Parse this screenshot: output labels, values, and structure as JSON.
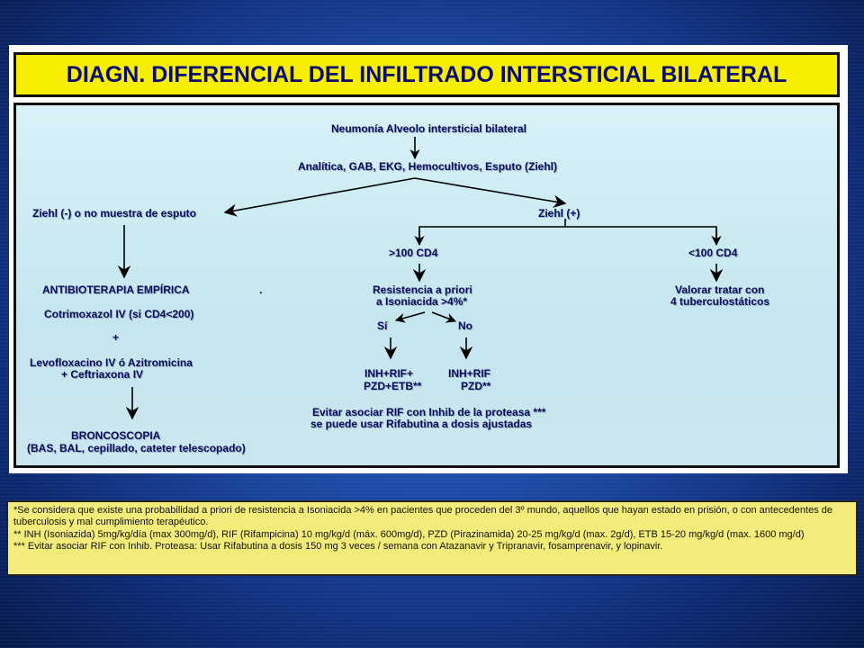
{
  "title": "DIAGN.  DIFERENCIAL DEL INFILTRADO INTERSTICIAL BILATERAL",
  "diagram": {
    "root": "Neumonía Alveolo intersticial bilateral",
    "tests": "Analítica, GAB, EKG, Hemocultivos, Esputo (Ziehl)",
    "left_branch": "Ziehl (-) o no muestra de esputo",
    "right_branch": "Ziehl (+)",
    "cd4_high": ">100 CD4",
    "cd4_low": "<100  CD4",
    "antibiotic_title": "ANTIBIOTERAPIA EMPÍRICA",
    "cotrimoxazol": "Cotrimoxazol IV  (si CD4<200)",
    "plus": "+",
    "levofloxacino_1": "Levofloxacino IV ó Azitromicina",
    "levofloxacino_2": "+ Ceftriaxona IV",
    "broncoscopia_1": "BRONCOSCOPIA",
    "broncoscopia_2": "(BAS, BAL, cepillado, cateter  telescopado)",
    "dot": ".",
    "resistencia_1": "Resistencia a priori",
    "resistencia_2": "a Isoniacida >4%*",
    "si": "Sí",
    "no": "No",
    "inh_rif_1": "INH+RIF+",
    "inh_rif_2": "PZD+ETB**",
    "inh_rif_no_1": "INH+RIF",
    "inh_rif_no_2": "PZD**",
    "evitar_1": "Evitar asociar RIF con Inhib de la proteasa ***",
    "evitar_2": "se puede usar Rifabutina a dosis ajustadas",
    "valorar_1": "Valorar tratar con",
    "valorar_2": "4 tuberculostáticos"
  },
  "footnotes": [
    "*Se considera que existe una probabilidad a priori de resistencia a Isoniacida >4% en pacientes que proceden del 3º mundo, aquellos que hayan estado en prisión, o con antecedentes de tuberculosis y mal cumplimiento terapéutico.",
    "** INH (Isoniazida) 5mg/kg/día (max 300mg/d), RIF (Rifampicina) 10 mg/kg/d (máx. 600mg/d), PZD (Pirazinamida) 20-25 mg/kg/d (max. 2g/d), ETB 15-20 mg/kg/d (max. 1600 mg/d)",
    "*** Evitar asociar RIF con Inhib. Proteasa: Usar Rifabutina a dosis 150 mg 3 veces / semana con Atazanavir y Tripranavir, fosamprenavir, y lopinavir."
  ],
  "colors": {
    "title_bg": "#f7ee00",
    "title_text": "#0a0a6e",
    "diagram_bg": "#c9e9f2",
    "footnote_bg": "#f3ec7a"
  }
}
